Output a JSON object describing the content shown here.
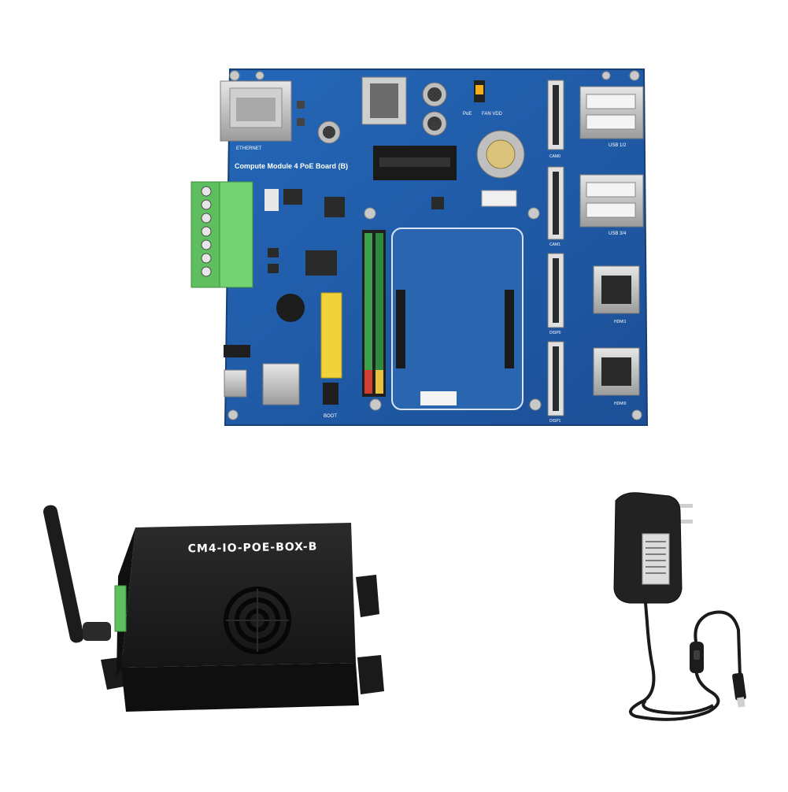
{
  "board": {
    "title": "Compute Module 4 PoE Board (B)",
    "silkscreen": [
      "ETHERNET",
      "CAM0",
      "CAM1",
      "DISP0",
      "DISP1",
      "HDMI1",
      "HDMI0",
      "USB 1/2",
      "USB 3/4",
      "PoE",
      "FAN VDD",
      "BOOT"
    ]
  },
  "enclosure": {
    "label": "CM4-IO-POE-BOX-B"
  },
  "colors": {
    "pcb": "#1f5aa6",
    "terminal": "#6ccf6a",
    "enclosure": "#1a1a1a"
  }
}
